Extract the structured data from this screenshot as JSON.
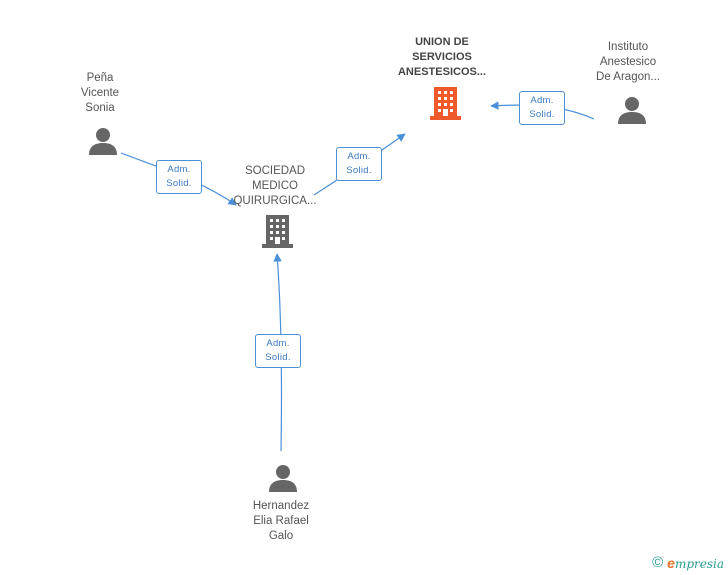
{
  "nodes": {
    "union": {
      "lines": [
        "UNION DE",
        "SERVICIOS",
        "ANESTESICOS..."
      ]
    },
    "sociedad": {
      "lines": [
        "SOCIEDAD",
        "MEDICO",
        "QUIRURGICA..."
      ]
    },
    "pena": {
      "lines": [
        "Peña",
        "Vicente",
        "Sonia"
      ]
    },
    "instituto": {
      "lines": [
        "Instituto",
        "Anestesico",
        "De Aragon..."
      ]
    },
    "hernandez": {
      "lines": [
        "Hernandez",
        "Elia Rafael",
        "Galo"
      ]
    }
  },
  "edges": {
    "pena_to_sociedad": {
      "line1": "Adm.",
      "line2": "Solid."
    },
    "sociedad_to_union": {
      "line1": "Adm.",
      "line2": "Solid."
    },
    "instituto_to_union": {
      "line1": "Adm.",
      "line2": "Solid."
    },
    "hernandez_to_sociedad": {
      "line1": "Adm.",
      "line2": "Solid."
    }
  },
  "footer": {
    "copyright": "©",
    "brand_first": "e",
    "brand_rest": "mpresia"
  },
  "colors": {
    "edge": "#4a90d9",
    "main_company": "#f05a2b",
    "company": "#666666",
    "person": "#666666"
  }
}
